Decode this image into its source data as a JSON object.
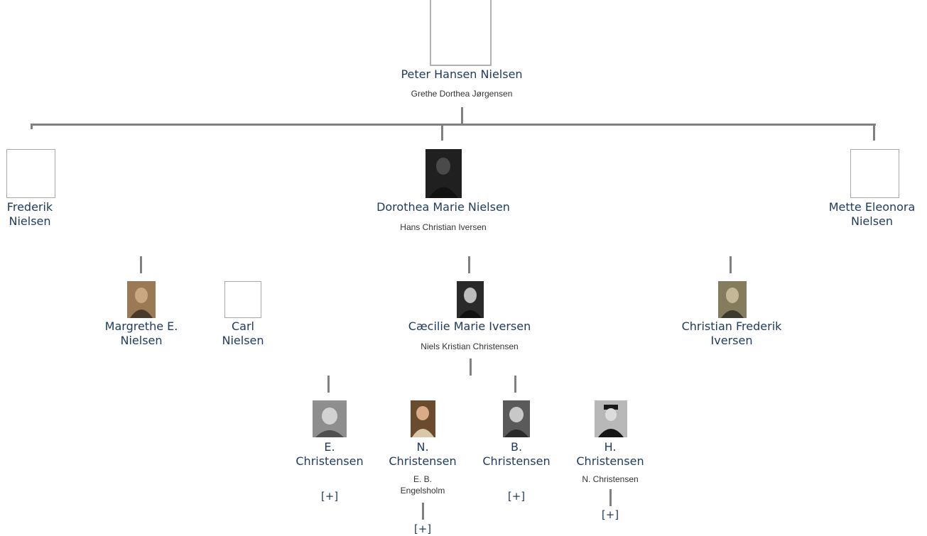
{
  "root": {
    "name": "Peter Hansen Nielsen",
    "spouse": "Grethe Dorthea Jørgensen"
  },
  "gen1": {
    "frederik": {
      "name_lines": [
        "Frederik",
        "Nielsen"
      ]
    },
    "dorothea": {
      "name": "Dorothea Marie Nielsen",
      "spouse": "Hans Christian Iversen"
    },
    "mette": {
      "name_lines": [
        "Mette Eleonora",
        "Nielsen"
      ]
    }
  },
  "gen2": {
    "margrethe": {
      "name_lines": [
        "Margrethe E.",
        "Nielsen"
      ]
    },
    "carl": {
      "name_lines": [
        "Carl",
        "Nielsen"
      ]
    },
    "caecilie": {
      "name": "Cæcilie Marie Iversen",
      "spouse": "Niels Kristian Christensen"
    },
    "christian": {
      "name_lines": [
        "Christian Frederik",
        "Iversen"
      ]
    }
  },
  "gen3": {
    "e": {
      "name_lines": [
        "E.",
        "Christensen"
      ],
      "expand": "[+]"
    },
    "n": {
      "name_lines": [
        "N.",
        "Christensen"
      ],
      "spouse_lines": [
        "E. B.",
        "Engelsholm"
      ],
      "expand": "[+]"
    },
    "b": {
      "name_lines": [
        "B.",
        "Christensen"
      ],
      "expand": "[+]"
    },
    "h": {
      "name_lines": [
        "H.",
        "Christensen"
      ],
      "spouse": "N. Christensen",
      "expand": "[+]"
    }
  }
}
